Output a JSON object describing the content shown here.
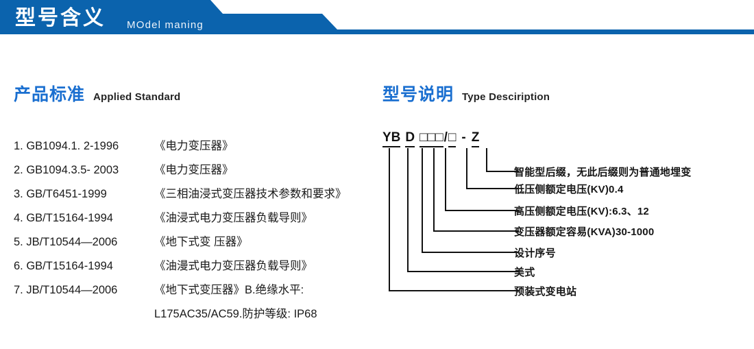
{
  "banner": {
    "title": "型号含义",
    "subtitle": "MOdel maning",
    "color": "#0b63ad"
  },
  "sections": {
    "standard": {
      "cn": "产品标准",
      "en": "Applied Standard"
    },
    "type": {
      "cn": "型号说明",
      "en": "Type Desciription"
    },
    "heading_color": "#1a6fd0"
  },
  "standards": [
    {
      "code": "1. GB1094.1. 2-1996",
      "name": "《电力变压器》"
    },
    {
      "code": "2. GB1094.3.5- 2003",
      "name": "《电力变压器》"
    },
    {
      "code": "3. GB/T6451-1999",
      "name": "《三相油浸式变压器技术参数和要求》"
    },
    {
      "code": "4. GB/T15164-1994",
      "name": "《油浸式电力变压器负载导则》"
    },
    {
      "code": "5. JB/T10544—2006",
      "name": "《地下式变 压器》"
    },
    {
      "code": "6. GB/T15164-1994",
      "name": "《油漫式电力变压器负载导则》"
    },
    {
      "code": "7. JB/T10544—2006",
      "name": "《地下式变压器》B.绝缘水平:"
    }
  ],
  "standards_continuation": "L175AC35/AC59.防护等级: IP68",
  "type_code": {
    "parts": [
      "YB",
      "D",
      "□",
      "□",
      "□",
      "/",
      "□",
      "-",
      "Z"
    ],
    "display": "YB D □□□/□ - Z"
  },
  "type_labels": [
    {
      "text": "智能型后缀，无此后缀则为普通地埋变"
    },
    {
      "text": "低压侧额定电压(KV)0.4"
    },
    {
      "text": "高压侧额定电压(KV):6.3、12"
    },
    {
      "text": "变压器额定容易(KVA)30-1000"
    },
    {
      "text": "设计序号"
    },
    {
      "text": "美式"
    },
    {
      "text": "预装式变电站"
    }
  ]
}
